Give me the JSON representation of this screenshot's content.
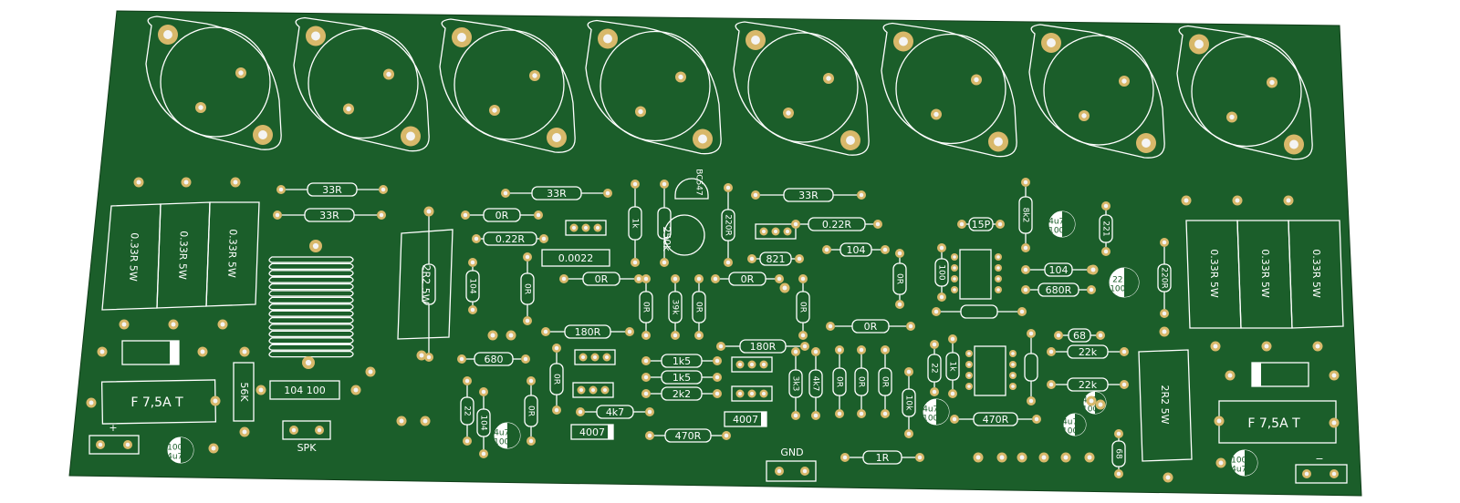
{
  "board": {
    "color": "#1b5e2a",
    "silk_color": "#ffffff",
    "pad_ring_color": "#d8b86a",
    "pad_hole_color": "#f4f4f4"
  },
  "labels": {
    "r_33r_a": "33R",
    "r_33r_b": "33R",
    "r_33r_c": "33R",
    "r_33r_d": "33R",
    "r_033r_a": "0.33R 5W",
    "r_033r_b": "0.33R 5W",
    "r_033r_c": "0.33R 5W",
    "r_033r_d": "0.33R 5W",
    "r_033r_e": "0.33R 5W",
    "r_033r_f": "0.33R 5W",
    "r_2r2_left": "2R2 5W",
    "r_2r2_right": "2R2 5W",
    "fuse_left": "F 7,5A T",
    "fuse_right": "F 7,5A T",
    "r_56k": "56K",
    "c_104_100": "104 100",
    "spk": "SPK",
    "gnd": "GND",
    "r_0r_1": "0R",
    "r_022r_1": "0.22R",
    "r_022r_2": "0.22R",
    "c_00022": "0.0022",
    "r_0r_2": "0R",
    "r_0r_3": "0R",
    "r_0r_4": "0R",
    "r_0r_5": "0R",
    "r_0r_6": "0R",
    "r_0r_7": "0R",
    "r_180r_1": "180R",
    "r_180r_2": "180R",
    "r_680": "680",
    "r_1k5_a": "1k5",
    "r_1k5_b": "1k5",
    "r_2k2": "2k2",
    "r_4k7": "4k7",
    "r_470r": "470R",
    "d_4007_a": "4007",
    "d_4007_b": "4007",
    "r_1r": "1R",
    "r_470r_2": "470R",
    "r_22k_a": "22k",
    "r_22k_b": "22k",
    "r_680r": "680R",
    "r_8k2": "8k2",
    "c_15p": "15P",
    "c_104_a": "104",
    "c_104_b": "104",
    "c_104_c": "104",
    "c_220_a": "220R",
    "c_220_b": "220R",
    "c_68": "68",
    "c_68b": "68",
    "c_221": "221",
    "c_4u7": "4u7",
    "c_100": "100",
    "pot_250k": "250k",
    "q_bc": "BC547",
    "r_39k": "39k",
    "r_10k": "10k",
    "r_1k": "1k",
    "r_3k3": "3k3",
    "r_4k7_v": "4k7",
    "r_821": "821",
    "c_22": "22",
    "r_0r_8": "0R"
  }
}
